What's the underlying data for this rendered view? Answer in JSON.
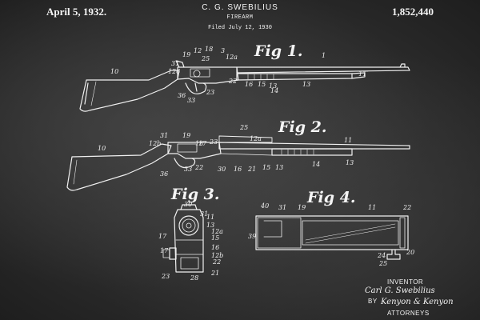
{
  "header": {
    "date": "April 5, 1932.",
    "inventor_name": "C. G. SWEBILIUS",
    "title": "FIREARM",
    "filed": "Filed July 12, 1930",
    "patent_number": "1,852,440"
  },
  "figures": {
    "fig1": "Fig 1.",
    "fig2": "Fig 2.",
    "fig3": "Fig 3.",
    "fig4": "Fig 4."
  },
  "footer": {
    "inventor_label": "INVENTOR",
    "inventor_signature": "Carl G. Swebilius",
    "by_label": "BY",
    "attorney_signature": "Kenyon & Kenyon",
    "attorney_label": "ATTORNEYS"
  },
  "refs": {
    "fig1": [
      "10",
      "31",
      "19",
      "12",
      "18",
      "3",
      "12a",
      "1",
      "11",
      "126",
      "25",
      "22",
      "16",
      "15",
      "13",
      "14",
      "13",
      "36",
      "23",
      "33"
    ],
    "fig2": [
      "25",
      "31",
      "19",
      "12b",
      "18",
      "17",
      "23",
      "12a",
      "11",
      "10",
      "36",
      "33",
      "22",
      "30",
      "16",
      "21",
      "15",
      "13",
      "14",
      "13"
    ],
    "fig3": [
      "30",
      "31",
      "11",
      "13",
      "12a",
      "17",
      "15",
      "16",
      "17",
      "12b",
      "22",
      "23",
      "21",
      "28"
    ],
    "fig4": [
      "40",
      "31",
      "19",
      "11",
      "22",
      "39",
      "24",
      "25",
      "20"
    ]
  },
  "colors": {
    "background": "#2b2b2b",
    "chalk": "#f2f2f2"
  }
}
